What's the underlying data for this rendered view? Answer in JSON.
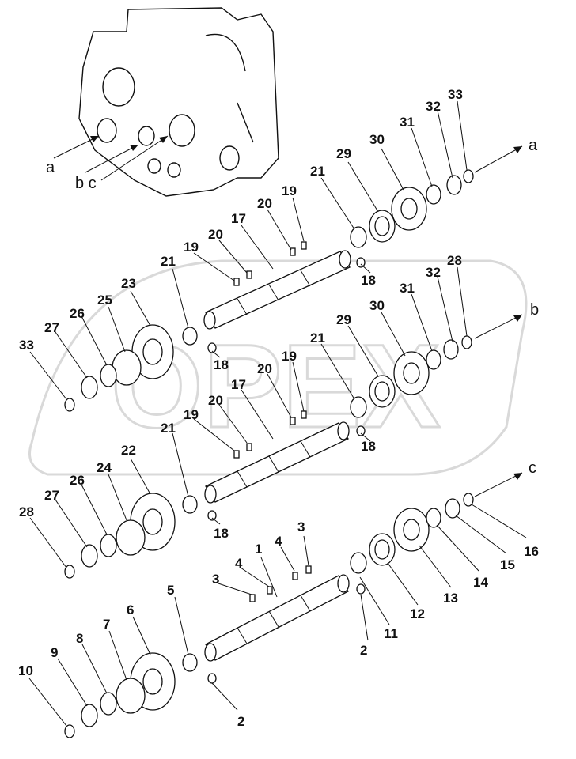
{
  "diagram": {
    "watermark": "OPEX",
    "view_letters": [
      "a",
      "b",
      "c"
    ],
    "view_letter_b_c": "b c",
    "labels": [
      "1",
      "2",
      "3",
      "4",
      "5",
      "6",
      "7",
      "8",
      "9",
      "10",
      "11",
      "12",
      "13",
      "14",
      "15",
      "16",
      "17",
      "18",
      "19",
      "20",
      "21",
      "22",
      "23",
      "24",
      "25",
      "26",
      "27",
      "28",
      "29",
      "30",
      "31",
      "32",
      "33"
    ]
  }
}
